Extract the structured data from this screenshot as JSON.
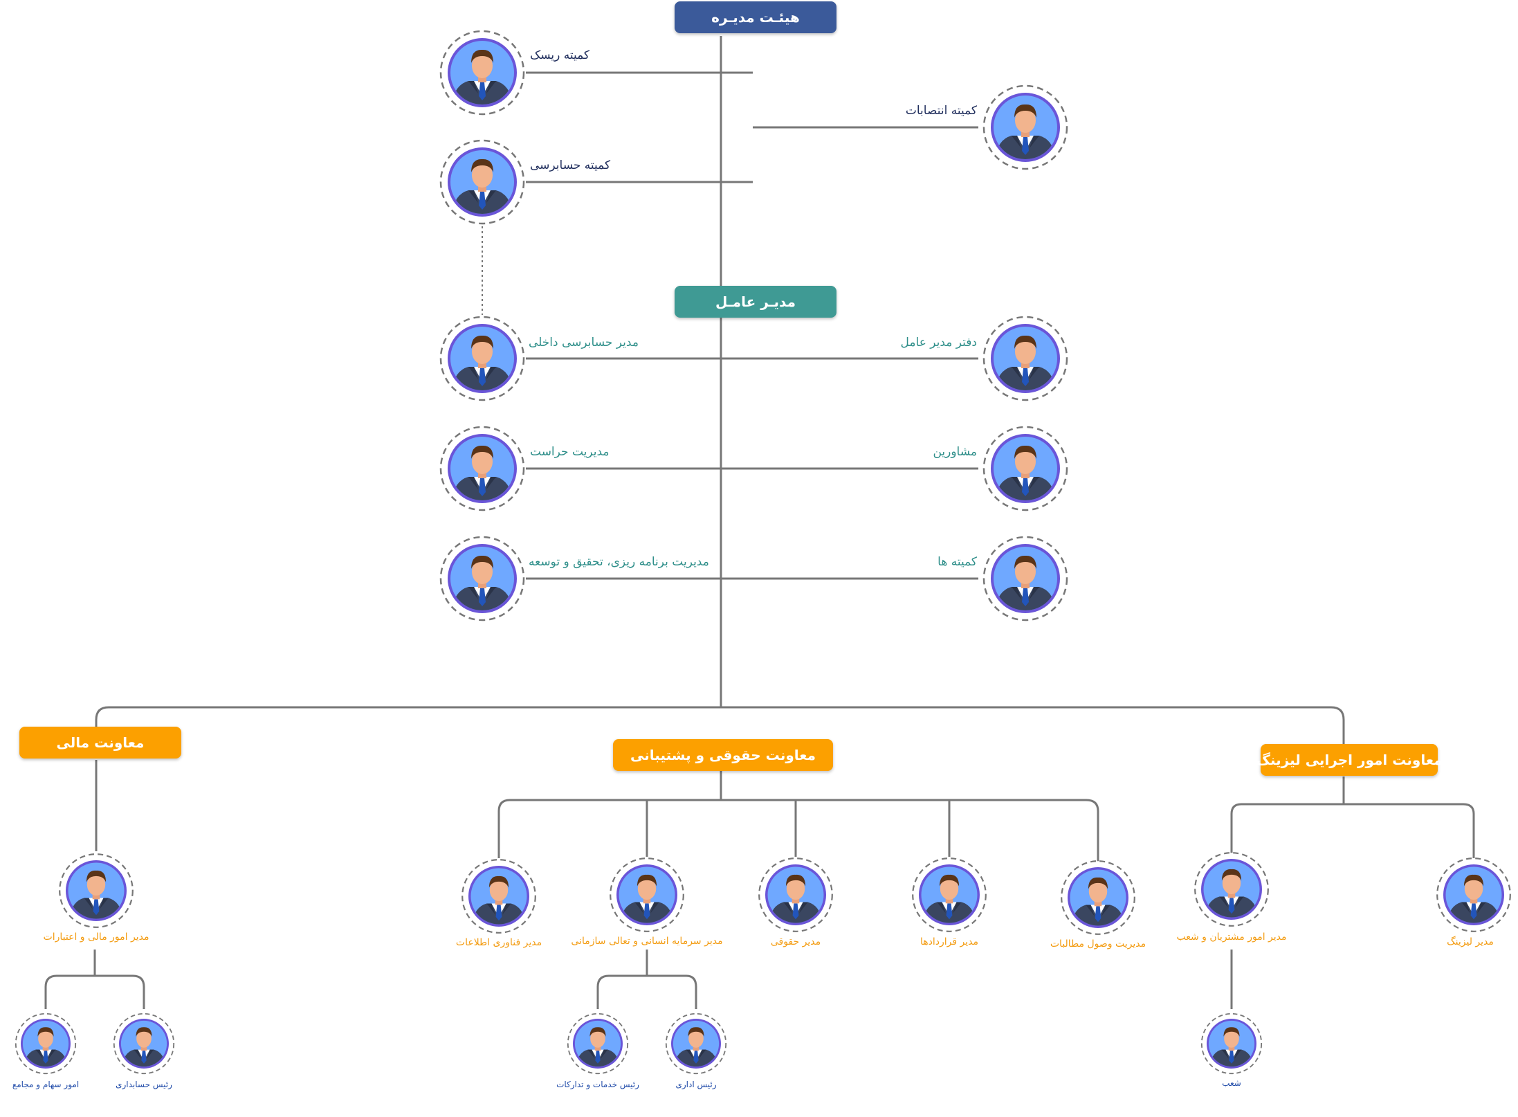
{
  "colors": {
    "board_box": "#3b5a9a",
    "ceo_box": "#3f9a94",
    "deputy_box": "#fca000",
    "line": "#777777",
    "label_navy": "#1f2d5c",
    "label_teal": "#2f8f8a",
    "label_orange": "#f39c12",
    "label_blue": "#1f4aa8",
    "avatar_bg": "#6fa8ff",
    "avatar_ring": "#6a55d8"
  },
  "boxes": {
    "board": "هیئـت مدیـره",
    "ceo": "مدیـر عامـل",
    "finance": "معاونت مالی",
    "legal": "معاونت حقوقی و پشتیبانی",
    "leasing": "معاونت امور اجرایی لیزینگ"
  },
  "board_committees": {
    "risk": "کمیته ریسک",
    "appointments": "کمیته انتصابات",
    "audit": "کمیته حسابرسی"
  },
  "ceo_units": {
    "internal_audit": "مدیر حسابرسی داخلی",
    "ceo_office": "دفتر مدیر عامل",
    "security": "مدیریت حراست",
    "advisors": "مشاورین",
    "planning": "مدیریت برنامه ریزی، تحقیق و توسعه",
    "committees": "کمیته ها"
  },
  "finance_units": {
    "manager": "مدیر امور مالی و اعتبارات",
    "shares": "امور سهام و مجامع",
    "accounting": "رئیس حسابداری"
  },
  "legal_units": {
    "it": "مدیر فناوری اطلاعات",
    "hr": "مدیر سرمایه انسانی و تعالی سازمانی",
    "legal_mgr": "مدیر حقوقی",
    "contracts": "مدیر قراردادها",
    "collection": "مدیریت وصول مطالبات",
    "services": "رئیس خدمات و تدارکات",
    "admin": "رئیس اداری"
  },
  "leasing_units": {
    "customers": "مدیر امور مشتریان و شعب",
    "leasing_mgr": "مدیر لیزینگ",
    "branches": "شعب"
  }
}
